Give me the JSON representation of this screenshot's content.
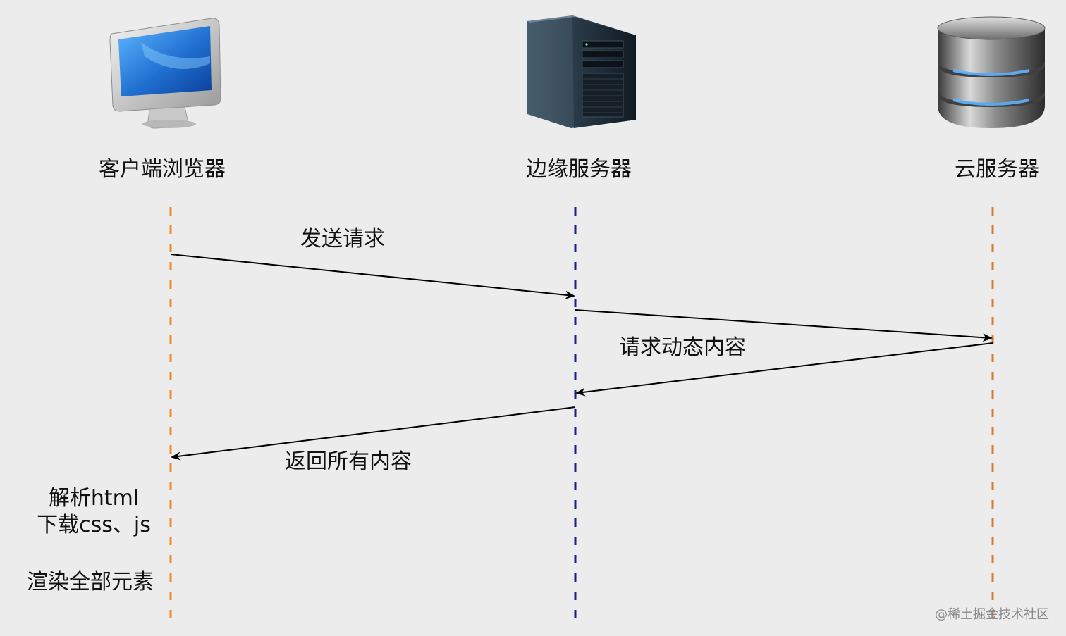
{
  "actors": {
    "client": {
      "label": "客户端浏览器",
      "icon": "desktop-monitor-icon",
      "lifeline_color": "#f08a24"
    },
    "edge": {
      "label": "边缘服务器",
      "icon": "server-tower-icon",
      "lifeline_color": "#1a1f8c"
    },
    "cloud": {
      "label": "云服务器",
      "icon": "database-cylinder-icon",
      "lifeline_color": "#d97a2b"
    }
  },
  "messages": [
    {
      "label": "发送请求",
      "from": "client",
      "to": "edge"
    },
    {
      "label": "",
      "from": "edge",
      "to": "cloud"
    },
    {
      "label": "请求动态内容",
      "from": "cloud",
      "to": "edge"
    },
    {
      "label": "返回所有内容",
      "from": "edge",
      "to": "client"
    }
  ],
  "notes": {
    "parse_line1": "解析html",
    "parse_line2": "下载css、js",
    "render": "渲染全部元素"
  },
  "watermark": "@稀土掘金技术社区",
  "colors": {
    "background": "#ececec",
    "arrow": "#000000"
  }
}
